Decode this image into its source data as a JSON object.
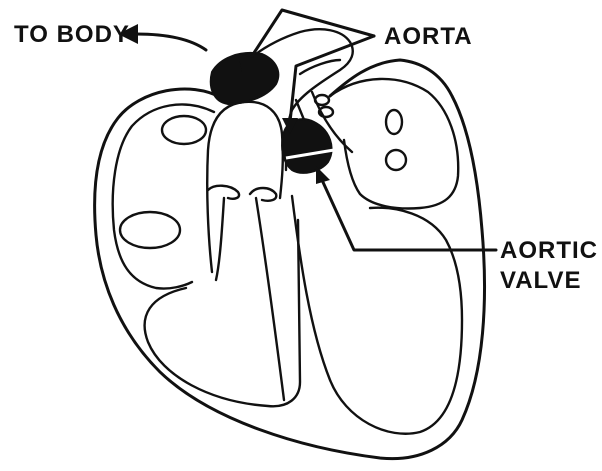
{
  "labels": {
    "to_body": "TO BODY",
    "aorta": "AORTA",
    "aortic_valve_line1": "AORTIC",
    "aortic_valve_line2": "VALVE"
  },
  "colors": {
    "ink": "#111111",
    "background": "#ffffff"
  }
}
